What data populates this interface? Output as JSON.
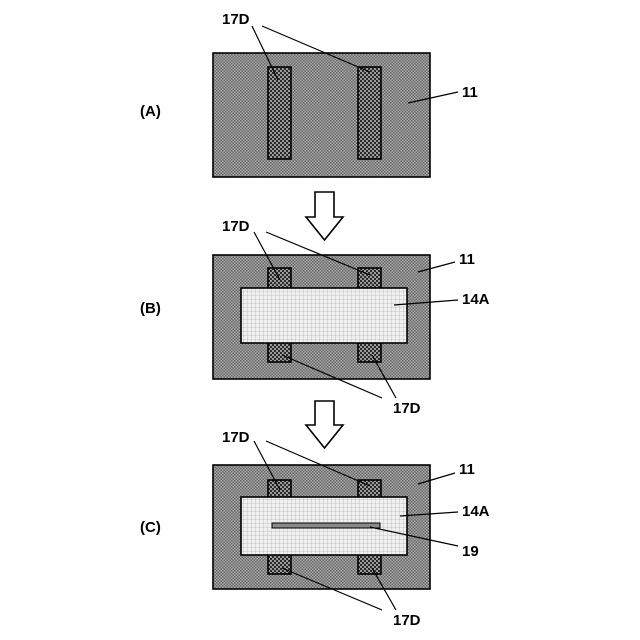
{
  "stages": {
    "a": {
      "label": "(A)",
      "substrate_label": "11",
      "electrode_label_top": "17D"
    },
    "b": {
      "label": "(B)",
      "substrate_label": "11",
      "film_label": "14A",
      "electrode_label_top": "17D",
      "electrode_label_bottom": "17D"
    },
    "c": {
      "label": "(C)",
      "substrate_label": "11",
      "film_label": "14A",
      "slit_label": "19",
      "electrode_label_top": "17D",
      "electrode_label_bottom": "17D"
    }
  },
  "colors": {
    "substrate": "#8c8c8c",
    "electrode": "#5e5e5e",
    "film": "#e2e2e2",
    "slit": "#8a8a8a",
    "line": "#000000"
  },
  "icons": [
    "arrow-down-icon",
    "arrow-down-icon"
  ]
}
